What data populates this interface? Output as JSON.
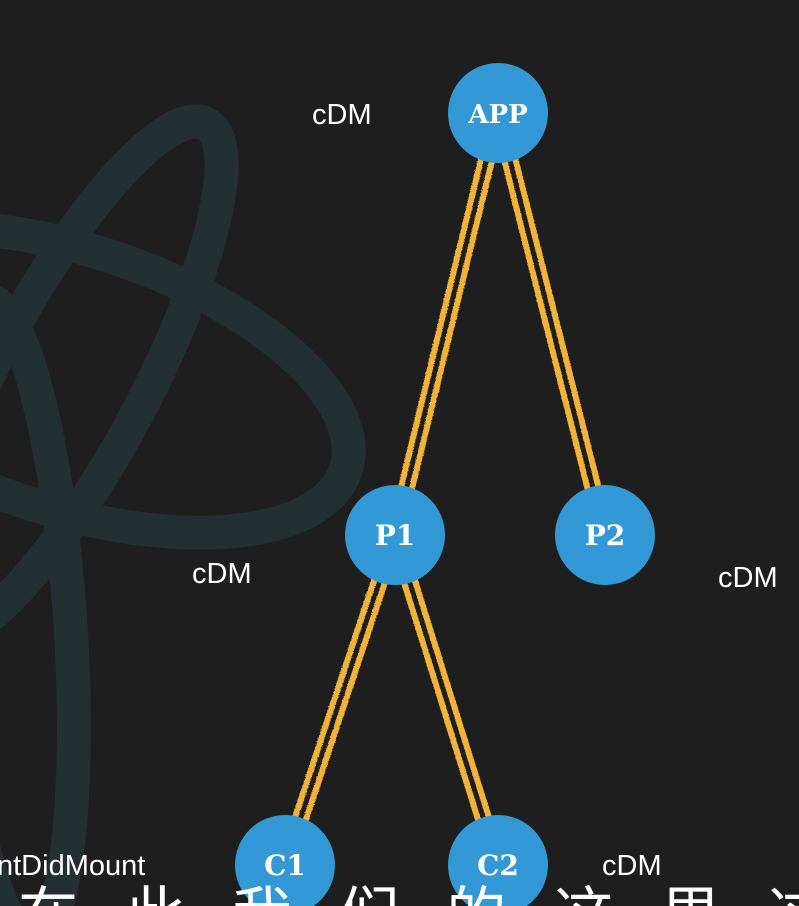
{
  "diagram": {
    "colors": {
      "background": "#1e1e1e",
      "watermark": "#253033",
      "node_fill": "#3399d6",
      "edge": "#f2b33a",
      "text": "#ffffff"
    },
    "watermark_icon": "react-atom-logo-icon",
    "nodes": [
      {
        "id": "app",
        "label": "APP",
        "side_label": "cDM"
      },
      {
        "id": "p1",
        "label": "P1",
        "side_label": "cDM"
      },
      {
        "id": "p2",
        "label": "P2",
        "side_label": "cDM"
      },
      {
        "id": "c1",
        "label": "C1",
        "side_label": "ntDidMount"
      },
      {
        "id": "c2",
        "label": "C2",
        "side_label": "cDM"
      }
    ],
    "edges": [
      {
        "from": "app",
        "to": "p1"
      },
      {
        "from": "app",
        "to": "p2"
      },
      {
        "from": "p1",
        "to": "c1"
      },
      {
        "from": "p1",
        "to": "c2"
      }
    ],
    "subtitle_fragment": "在 此 我 们 的 这 里 这 边 的"
  }
}
